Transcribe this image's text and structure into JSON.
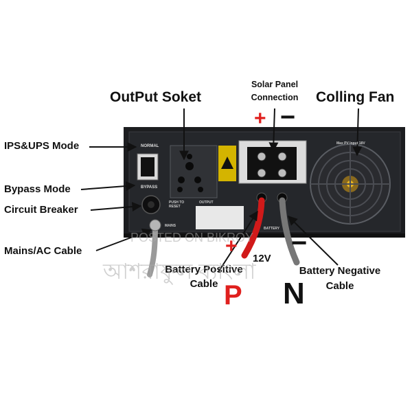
{
  "labels": {
    "output_socket": "OutPut Soket",
    "solar_panel_line1": "Solar Panel",
    "solar_panel_line2": "Connection",
    "cooling_fan": "Colling Fan",
    "ips_ups_mode": "IPS&UPS Mode",
    "bypass_mode": "Bypass Mode",
    "circuit_breaker": "Circuit Breaker",
    "mains_ac_cable": "Mains/AC Cable",
    "battery_positive_line1": "Battery Positive",
    "battery_positive_line2": "Cable",
    "battery_negative_line1": "Battery Negative",
    "battery_negative_line2": "Cable",
    "voltage": "12V"
  },
  "symbols": {
    "solar_plus": "+",
    "solar_minus": "−",
    "battery_plus": "+",
    "battery_minus": "−",
    "positive_letter": "P",
    "negative_letter": "N"
  },
  "device_text": {
    "switch_label": "NORMAL",
    "bypass_label": "BYPASS",
    "breaker_text": "PUSH TO RESET",
    "output_text": "OUTPUT",
    "mains_text": "MAINS",
    "fan_text": "Max PV Input 18V",
    "battery_text": "BATTERY"
  },
  "watermark": {
    "line1": "POSTED ON BIKROY",
    "line2": "আশরাফুল ব্যাংলা"
  },
  "colors": {
    "positive_red": "#e0201e",
    "negative_black": "#111111",
    "panel_dark": "#1c1d20"
  }
}
